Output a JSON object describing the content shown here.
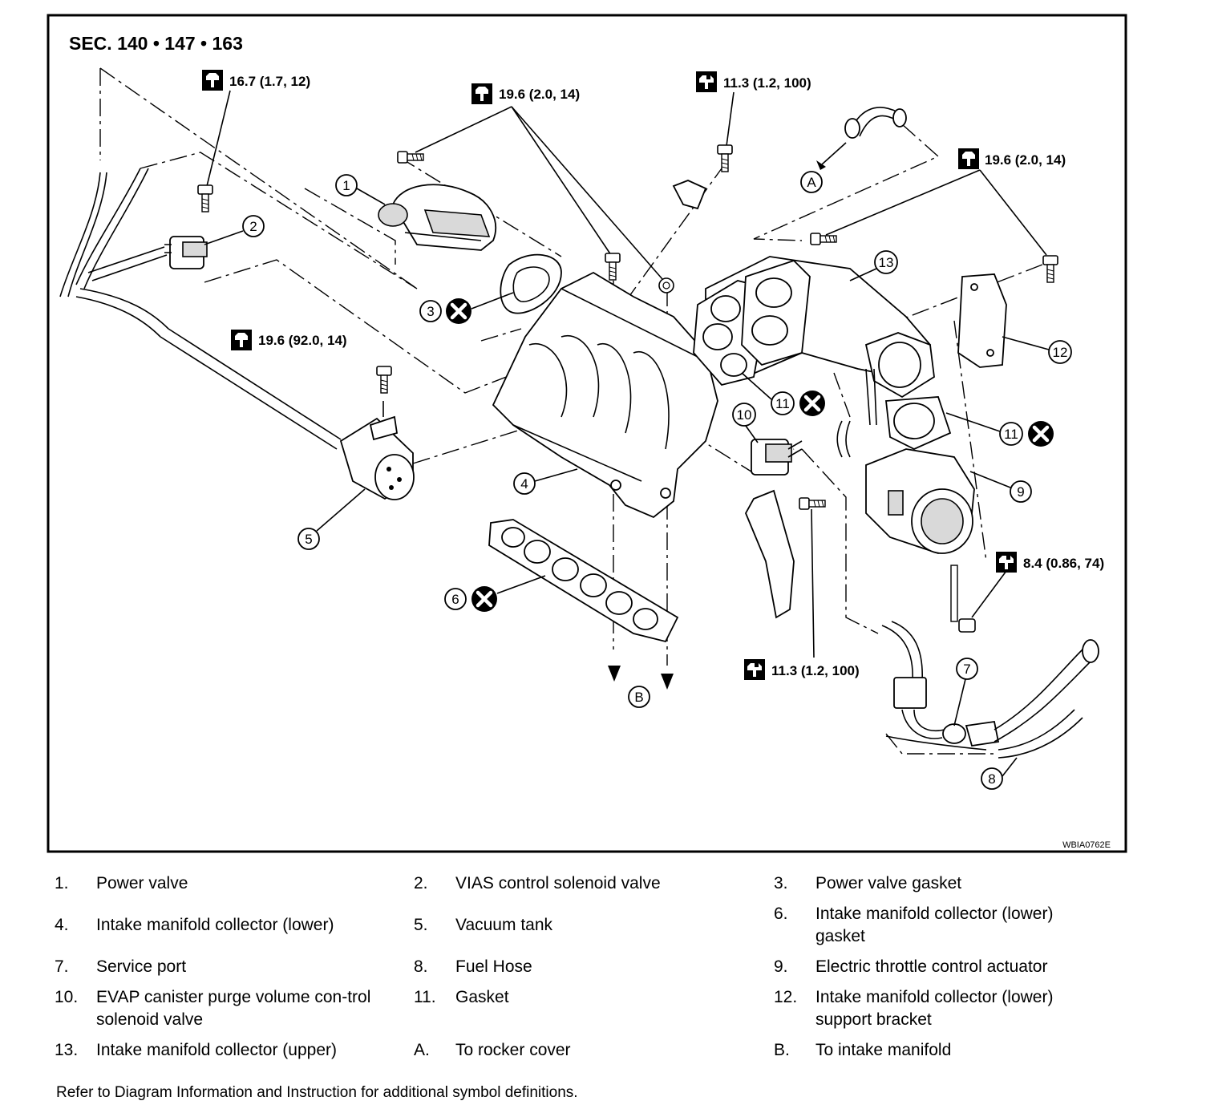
{
  "diagram": {
    "section": "SEC. 140 • 147 • 163",
    "code": "WBIA0762E",
    "torques": {
      "t1": "16.7 (1.7, 12)",
      "t2": "19.6 (2.0, 14)",
      "t3": "11.3 (1.2, 100)",
      "t4": "19.6 (2.0, 14)",
      "t5": "19.6 (92.0, 14)",
      "t6": "8.4 (0.86, 74)",
      "t7": "11.3 (1.2, 100)"
    },
    "callouts": {
      "c1": "1",
      "c2": "2",
      "c3": "3",
      "c4": "4",
      "c5": "5",
      "c6": "6",
      "c7": "7",
      "c8": "8",
      "c9": "9",
      "c10": "10",
      "c11a": "11",
      "c11b": "11",
      "c12": "12",
      "c13": "13",
      "cA": "A",
      "cB": "B"
    }
  },
  "legend": [
    {
      "key": "1.",
      "text": "Power valve"
    },
    {
      "key": "2.",
      "text": "VIAS control solenoid valve"
    },
    {
      "key": "3.",
      "text": "Power valve gasket"
    },
    {
      "key": "4.",
      "text": "Intake manifold collector (lower)"
    },
    {
      "key": "5.",
      "text": "Vacuum tank"
    },
    {
      "key": "6.",
      "text": "Intake manifold collector (lower) gasket"
    },
    {
      "key": "7.",
      "text": "Service port"
    },
    {
      "key": "8.",
      "text": "Fuel Hose"
    },
    {
      "key": "9.",
      "text": "Electric throttle control actuator"
    },
    {
      "key": "10.",
      "text": "EVAP canister purge volume con-trol solenoid valve"
    },
    {
      "key": "11.",
      "text": "Gasket"
    },
    {
      "key": "12.",
      "text": "Intake manifold collector (lower) support bracket"
    },
    {
      "key": "13.",
      "text": "Intake manifold collector (upper)"
    },
    {
      "key": "A.",
      "text": "To rocker cover"
    },
    {
      "key": "B.",
      "text": "To intake manifold"
    }
  ],
  "footnote": "Refer to Diagram Information and Instruction for additional symbol definitions."
}
